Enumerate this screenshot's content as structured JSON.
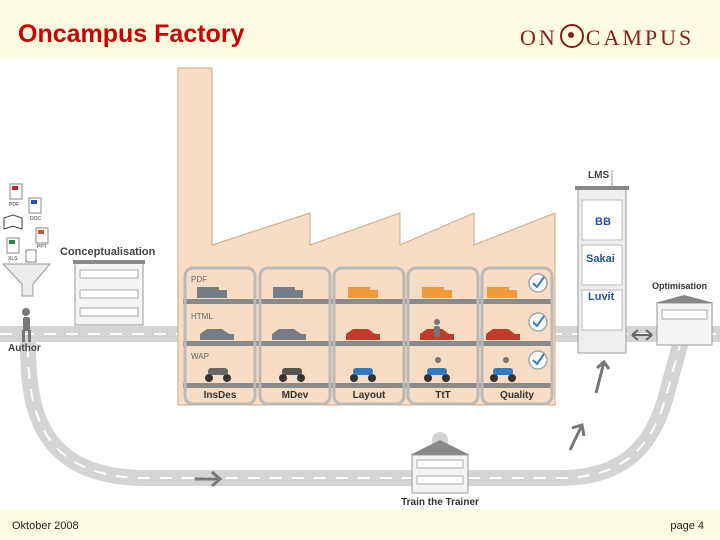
{
  "header": {
    "title": "Oncampus Factory",
    "logo_left": "ON",
    "logo_right": "CAMPUS"
  },
  "footer": {
    "date": "Oktober 2008",
    "page": "page 4"
  },
  "colors": {
    "title": "#cc0000",
    "factory": "#f8dcc3",
    "road": "#d6d6d6",
    "orange": "#f29a3a",
    "truck_grey": "#777d85",
    "blue": "#2e7bc4",
    "red": "#c43a2a"
  },
  "diagram": {
    "file_labels": [
      "PDF",
      "DOC",
      "PPT",
      "XLS"
    ],
    "funnel_label": "Author",
    "conceptualisation": "Conceptualisation",
    "rows": [
      "PDF",
      "HTML",
      "WAP"
    ],
    "stations": [
      "InsDes",
      "MDev",
      "Layout",
      "TtT",
      "Quality"
    ],
    "lms_label": "LMS",
    "lms_systems": [
      "BB",
      "Sakai",
      "Luvit"
    ],
    "optimisation": "Optimisation",
    "train": "Train the Trainer"
  }
}
